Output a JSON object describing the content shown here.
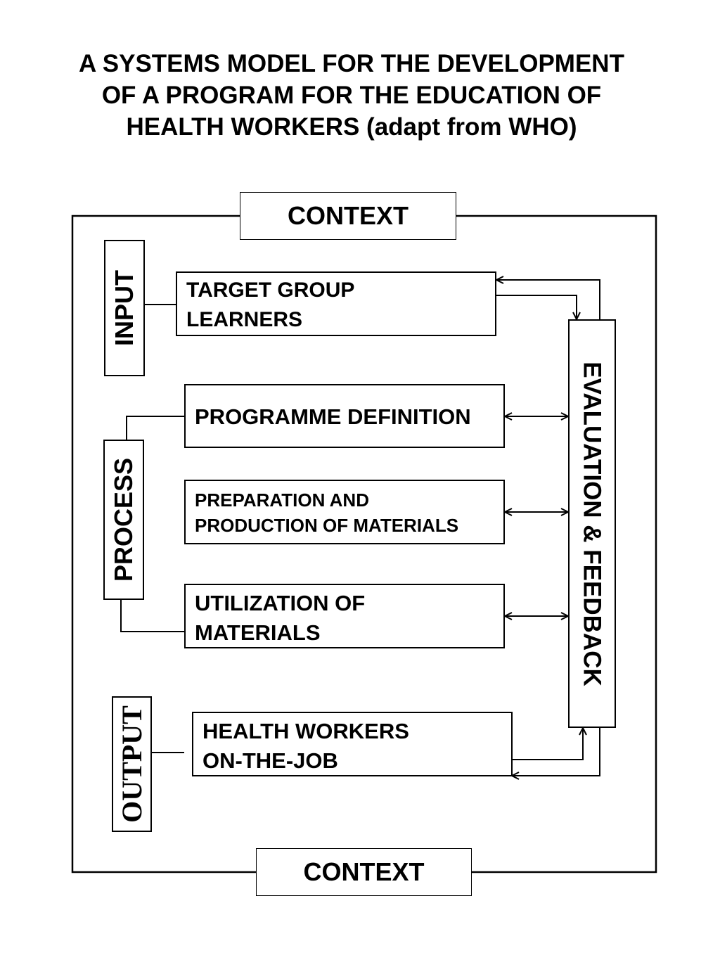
{
  "title": {
    "line1": "A SYSTEMS MODEL FOR THE DEVELOPMENT",
    "line2": "OF A PROGRAM FOR THE EDUCATION OF",
    "line3": "HEALTH WORKERS (adapt from WHO)"
  },
  "context": {
    "top": "CONTEXT",
    "bottom": "CONTEXT"
  },
  "stages": {
    "input": "INPUT",
    "process": "PROCESS",
    "output": "OUTPUT"
  },
  "evaluation": "EVALUATION & FEEDBACK",
  "boxes": {
    "target_group": {
      "line1": "TARGET GROUP",
      "line2": "LEARNERS"
    },
    "programme_definition": {
      "line1": "PROGRAMME DEFINITION"
    },
    "preparation": {
      "line1": "PREPARATION  AND",
      "line2": "PRODUCTION OF MATERIALS"
    },
    "utilization": {
      "line1": "UTILIZATION OF",
      "line2": "MATERIALS"
    },
    "health_workers": {
      "line1": "HEALTH WORKERS",
      "line2": "ON-THE-JOB"
    }
  }
}
